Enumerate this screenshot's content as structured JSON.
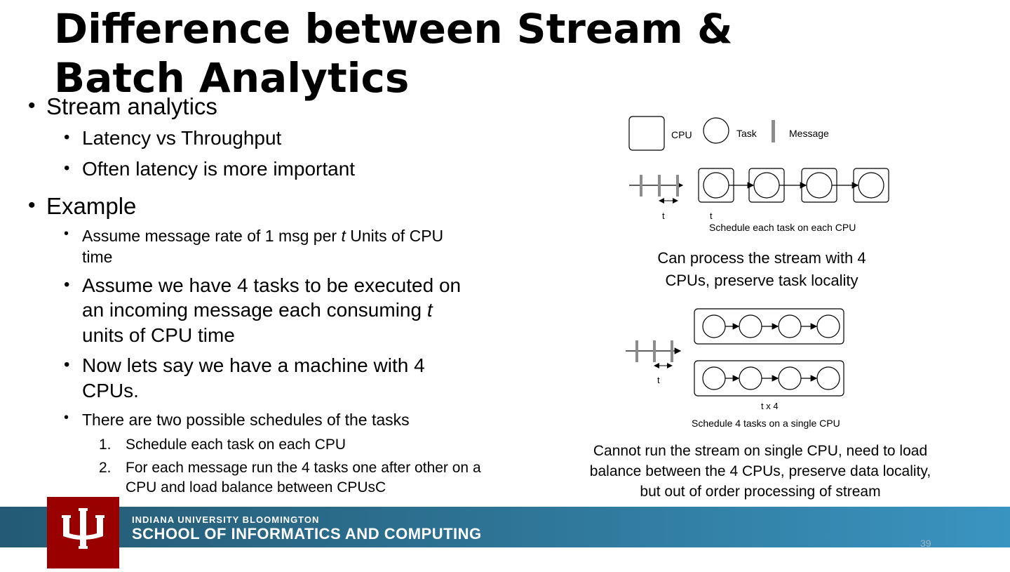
{
  "slide": {
    "title_line1": "Difference between Stream &",
    "title_line2": "Batch Analytics",
    "page_number": "39"
  },
  "bullets": {
    "stream": "Stream analytics",
    "latency_vs_throughput": "Latency vs Throughput",
    "latency_important": "Often latency is more important",
    "example": "Example",
    "msg_rate_a": "Assume message rate of 1 msg per ",
    "msg_rate_t": "t",
    "msg_rate_b": " Units of CPU",
    "msg_rate_c": "time",
    "tasks_a": "Assume we have 4 tasks to be executed on",
    "tasks_b": "an incoming message each consuming ",
    "tasks_t": "t",
    "tasks_c": "units of CPU time",
    "machine_a": "Now lets say we have a machine with 4",
    "machine_b": "CPUs.",
    "two_schedules": "There are two possible schedules of the tasks",
    "sched1_num": "1.",
    "sched1": "Schedule each task on each CPU",
    "sched2_num": "2.",
    "sched2_a": "For each message run the 4 tasks one after other on a",
    "sched2_b": "CPU and load balance between CPUsC"
  },
  "diagram": {
    "legend_cpu": "CPU",
    "legend_task": "Task",
    "legend_message": "Message",
    "d1_t_left": "t",
    "d1_t_right": "t",
    "d1_caption": "Schedule each task on each CPU",
    "d2_t": "t",
    "d2_tx4": "t x 4",
    "d2_caption": "Schedule 4 tasks on a single CPU"
  },
  "captions": {
    "first_a": "Can process the stream with 4",
    "first_b": "CPUs, preserve task locality",
    "second_a": "Cannot run the stream on single CPU, need to load",
    "second_b": "balance between the 4 CPUs, preserve data locality,",
    "second_c": "but out of order processing of stream"
  },
  "footer": {
    "university": "INDIANA UNIVERSITY BLOOMINGTON",
    "school": "SCHOOL OF INFORMATICS AND COMPUTING"
  },
  "colors": {
    "footer_dark": "#245a73",
    "footer_light": "#3a94c0",
    "iu_crimson": "#990000",
    "message_gray": "#8c8c8c"
  }
}
